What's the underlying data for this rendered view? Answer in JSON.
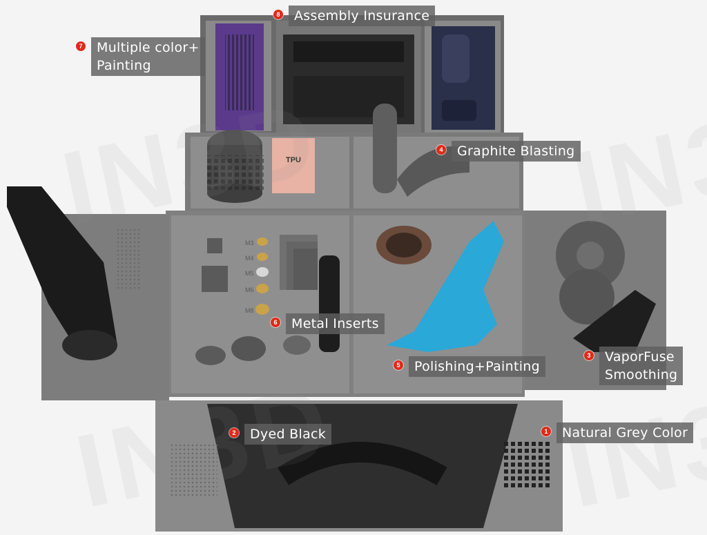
{
  "watermark": "IN3D",
  "callouts": [
    {
      "number": "1",
      "text": "Natural Grey Color"
    },
    {
      "number": "2",
      "text": "Dyed Black"
    },
    {
      "number": "3",
      "line1": "VaporFuse",
      "line2": "Smoothing"
    },
    {
      "number": "4",
      "text": "Graphite Blasting"
    },
    {
      "number": "5",
      "text": "Polishing+Painting"
    },
    {
      "number": "6",
      "text": "Metal Inserts"
    },
    {
      "number": "7",
      "line1": "Multiple color+",
      "line2": "Painting"
    },
    {
      "number": "8",
      "text": "Assembly Insurance"
    }
  ],
  "insert_labels": [
    "M3",
    "M4",
    "M5",
    "M6",
    "M8"
  ],
  "tpu_label": "TPU",
  "colors": {
    "badge": "#e02a1a",
    "label_bg": "#5f5f5f",
    "purple": "#5b3a8c",
    "navy": "#2a2f4a",
    "cyan": "#2aa8d8",
    "tpu_pink": "#e8b2a4",
    "brass": "#c9a24a"
  }
}
